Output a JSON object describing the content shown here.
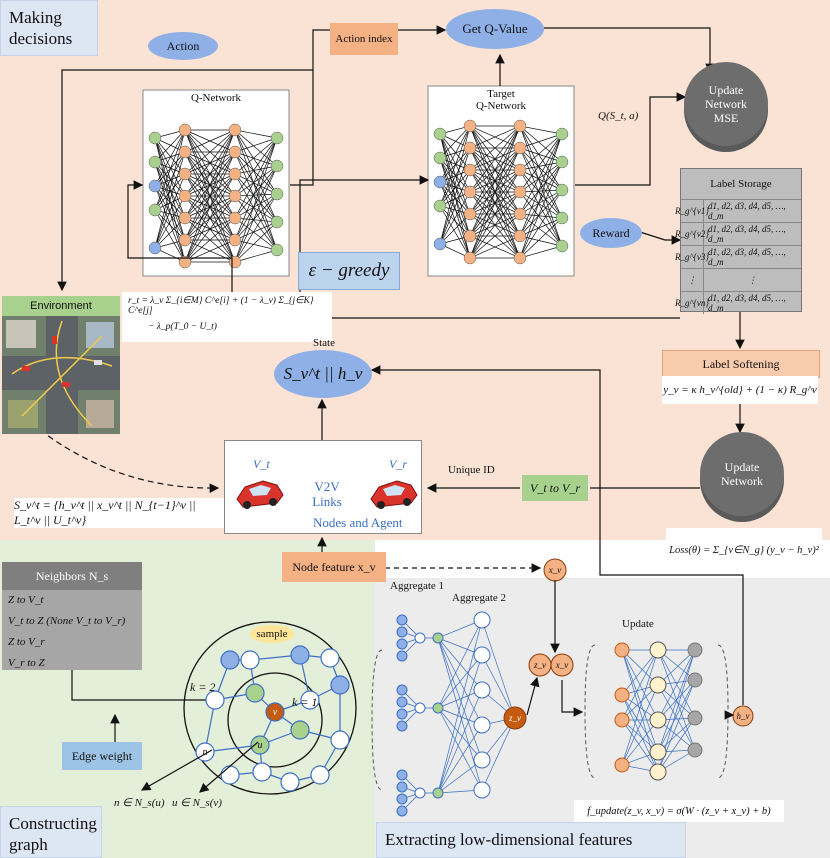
{
  "sections": {
    "making_decisions": "Making\ndecisions",
    "constructing_graph": "Constructing\ngraph",
    "extracting_features": "Extracting low-dimensional features"
  },
  "decision": {
    "action": "Action",
    "action_index": "Action index",
    "get_q_value": "Get Q-Value",
    "update_network_mse": "Update\nNetwork\nMSE",
    "q_network": "Q-Network",
    "target_q_network": "Target\nQ-Network",
    "q_formula": "Q(S_t, a)",
    "reward": "Reward",
    "epsilon_greedy": "ε − greedy",
    "reward_formula_line1": "r_t = λ_v Σ_{i∈M} C^e[i] + (1 − λ_v) Σ_{j∈K} C^e[j]",
    "reward_formula_line2": "− λ_p(T_0 − U_t)",
    "environment": "Environment",
    "state_label": "State",
    "state_formula": "S_v^t || h_v"
  },
  "label_storage": {
    "title": "Label Storage",
    "rows": [
      {
        "key": "R_g^{v1}",
        "values": "d1, d2, d3, d4, d5, …, d_m"
      },
      {
        "key": "R_g^{v2}",
        "values": "d1, d2, d3, d4, d5, …, d_m"
      },
      {
        "key": "R_g^{v3}",
        "values": "d1, d2, d3, d4, d5, …, d_m"
      },
      {
        "key": "⋮",
        "values": "⋮"
      },
      {
        "key": "R_g^{vn}",
        "values": "d1, d2, d3, d4, d5, …, d_m"
      }
    ],
    "softening": "Label Softening",
    "softening_formula": "y_v = κ h_v^{old} + (1 − κ) R_g^v",
    "update_network": "Update\nNetwork",
    "loss_formula": "Loss(θ) = Σ_{v∈N_g} (y_v − h_v)²"
  },
  "v2v": {
    "vt": "V_t",
    "vr": "V_r",
    "links": "V2V\nLinks",
    "nodes_agent": "Nodes and Agent",
    "unique_id": "Unique ID",
    "vt_to_vr": "V_t to V_r",
    "state_vector": "S_v^t = {h_v^t || x_v^t || N_{t−1}^v || L_t^v || U_t^v}"
  },
  "graph": {
    "neighbors_title": "Neighbors   N_s",
    "neighbors": [
      "Z to V_t",
      "V_t to Z (None V_t to V_r)",
      "Z to V_r",
      "V_r to Z"
    ],
    "edge_weight": "Edge weight",
    "sample": "sample",
    "k2": "k = 2",
    "k1": "k = 1",
    "node_v": "v",
    "node_u": "u",
    "node_n": "n",
    "n_in": "n ∈ N_s(u)",
    "u_in": "u ∈ N_s(v)"
  },
  "features": {
    "node_feature": "Node feature  x_v",
    "aggregate1": "Aggregate 1",
    "aggregate2": "Aggregate 2",
    "update": "Update",
    "xv": "x_v",
    "zv": "z_v",
    "hv": "h_v",
    "update_formula": "f_update(z_v, x_v) = σ(W · (z_v + x_v) + b)"
  },
  "colors": {
    "top_bg": "#fae3d4",
    "graph_bg": "#e4efd9",
    "feat_bg": "#ececec",
    "ellipse_blue": "#8fb0e6",
    "orange": "#f4b183",
    "green": "#a9d18e",
    "node_orange": "#f4b183",
    "node_green": "#a9d18e",
    "node_blue": "#8fb0e6"
  }
}
